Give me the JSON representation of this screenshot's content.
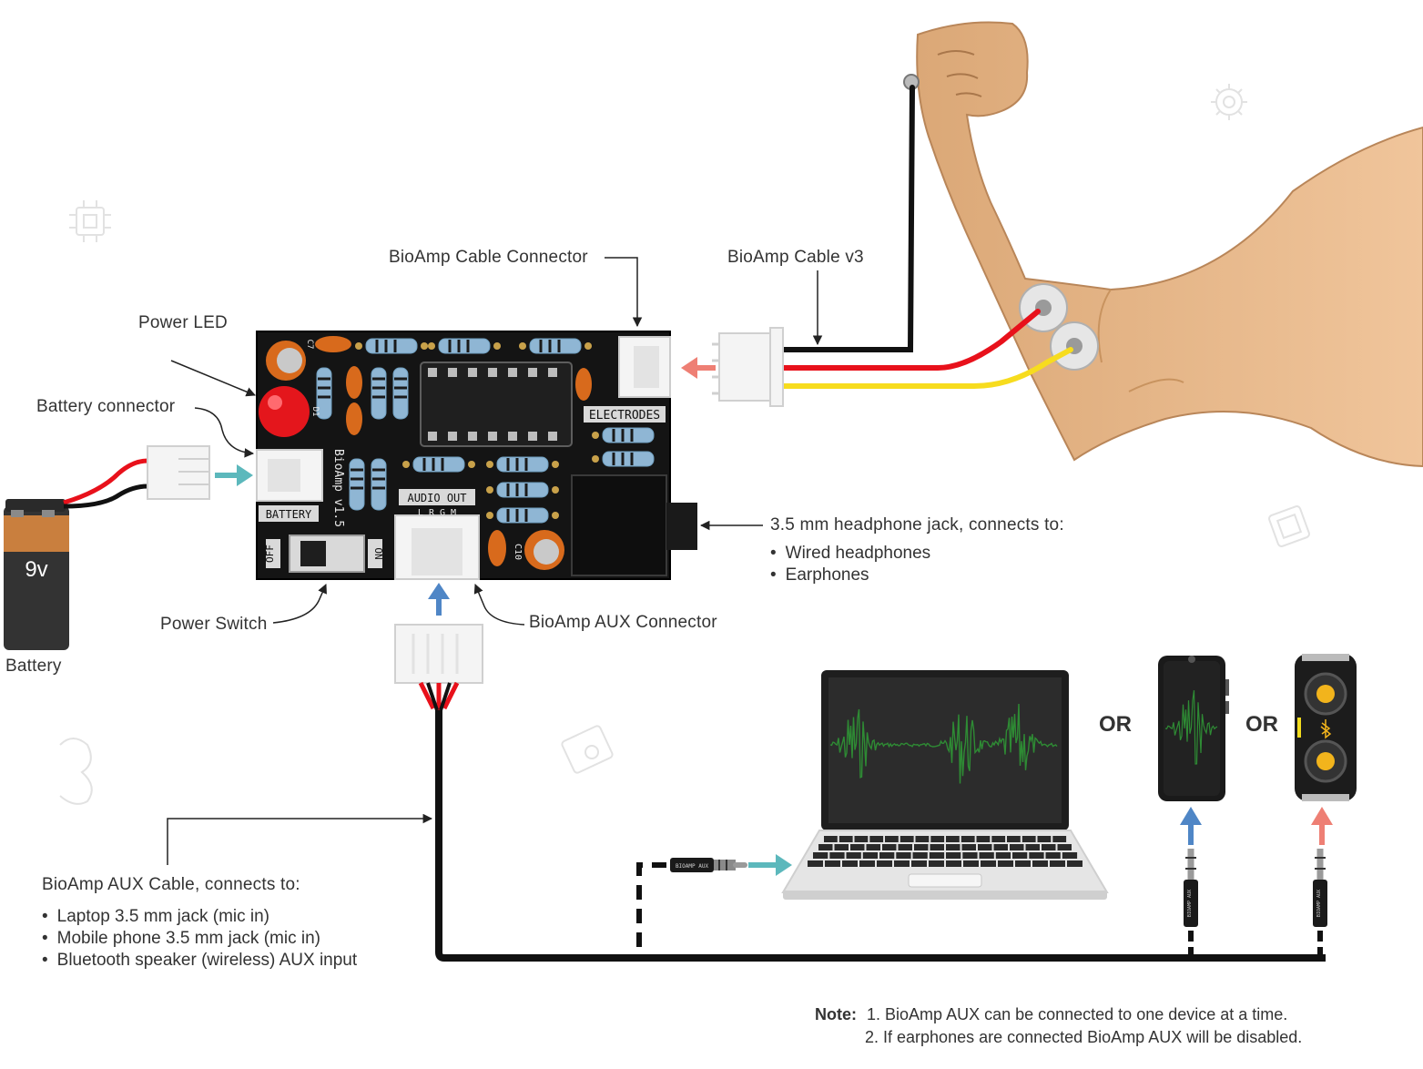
{
  "labels": {
    "bioamp_cable_connector": "BioAmp Cable Connector",
    "bioamp_cable_v3": "BioAmp Cable v3",
    "power_led": "Power LED",
    "battery_connector": "Battery connector",
    "battery": "Battery",
    "battery_voltage": "9v",
    "power_switch": "Power Switch",
    "bioamp_aux_connector": "BioAmp AUX Connector",
    "headphone_jack": "3.5 mm headphone jack, connects to:",
    "headphone_items": [
      "Wired headphones",
      "Earphones"
    ],
    "aux_cable": "BioAmp AUX Cable, connects to:",
    "aux_items": [
      "Laptop 3.5 mm jack (mic in)",
      "Mobile phone 3.5 mm jack (mic in)",
      "Bluetooth speaker (wireless) AUX input"
    ],
    "or1": "OR",
    "or2": "OR"
  },
  "board": {
    "silk_electrodes": "ELECTRODES",
    "silk_battery": "BATTERY",
    "silk_audio_out": "AUDIO OUT",
    "silk_lrgm": "L R G M",
    "silk_off": "OFF",
    "silk_on": "ON",
    "silk_name": "BioAmp v1.5",
    "silk_c10": "C10",
    "silk_c7": "C7",
    "silk_d1": "D1"
  },
  "plugs": {
    "jack_text": "BIOAMP AUX"
  },
  "note": {
    "heading": "Note:",
    "line1": "1. BioAmp AUX can be connected to one device at a time.",
    "line2": "2. If earphones are connected BioAmp AUX will be disabled."
  },
  "colors": {
    "pcb": "#141414",
    "wire_red": "#e8111b",
    "wire_yellow": "#f7dc1e",
    "wire_black": "#111111",
    "arrow_teal": "#5cb8bc",
    "arrow_blue": "#4f86c6",
    "arrow_salmon": "#ee7f74",
    "skin": "#e8b98f",
    "capacitor_orange": "#d86a1c",
    "led_red": "#e4161c",
    "signal_green": "#2e8b34",
    "speaker_yellow": "#f2b41c"
  }
}
